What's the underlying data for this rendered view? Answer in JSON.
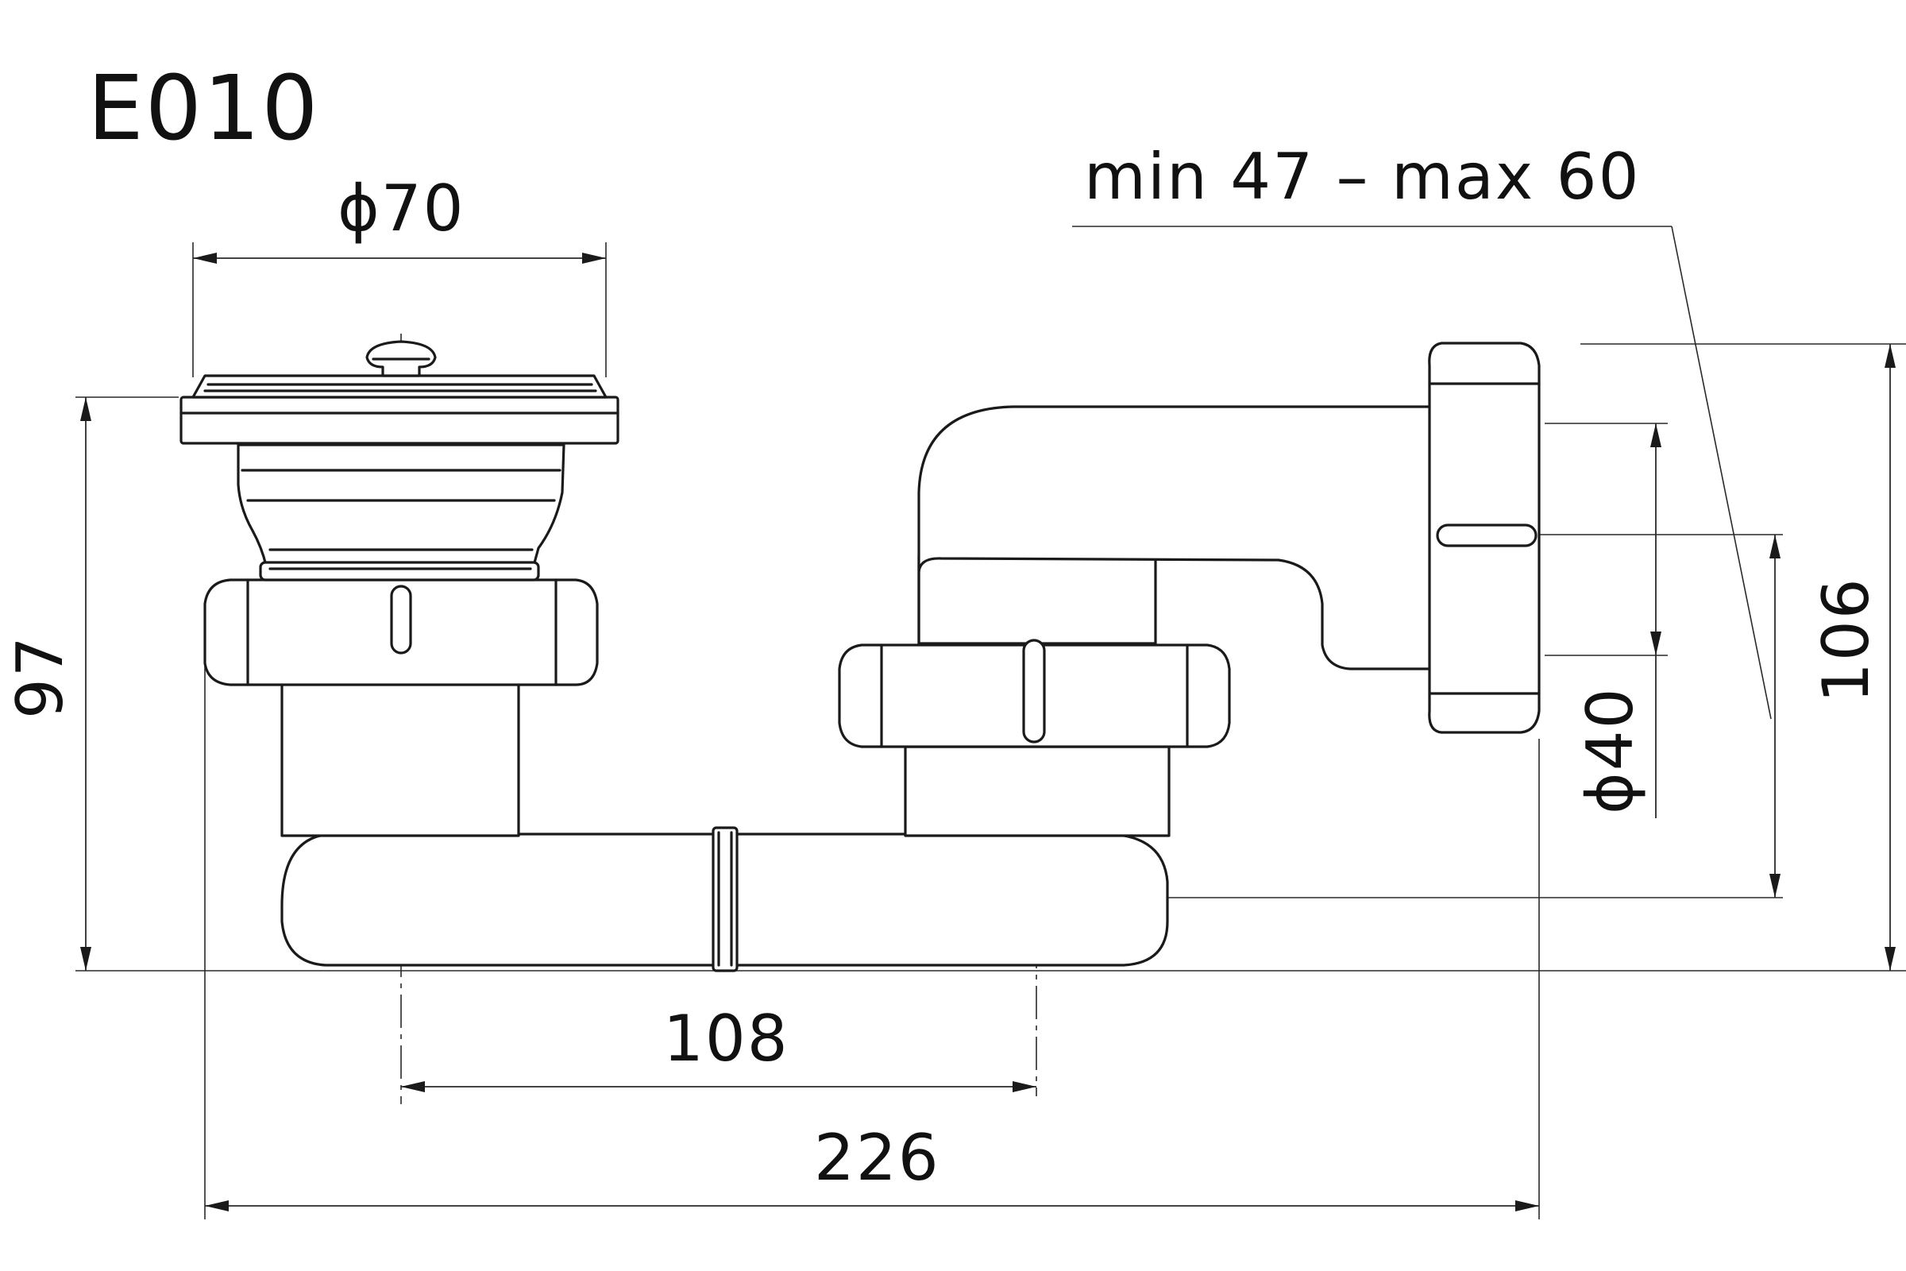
{
  "title": "E010",
  "dimensions": {
    "top_diameter": "ϕ70",
    "adjustable_range": "min 47 – max 60",
    "left_height": "97",
    "right_height": "106",
    "outlet_diameter": "ϕ40",
    "center_distance": "108",
    "overall_width": "226"
  }
}
